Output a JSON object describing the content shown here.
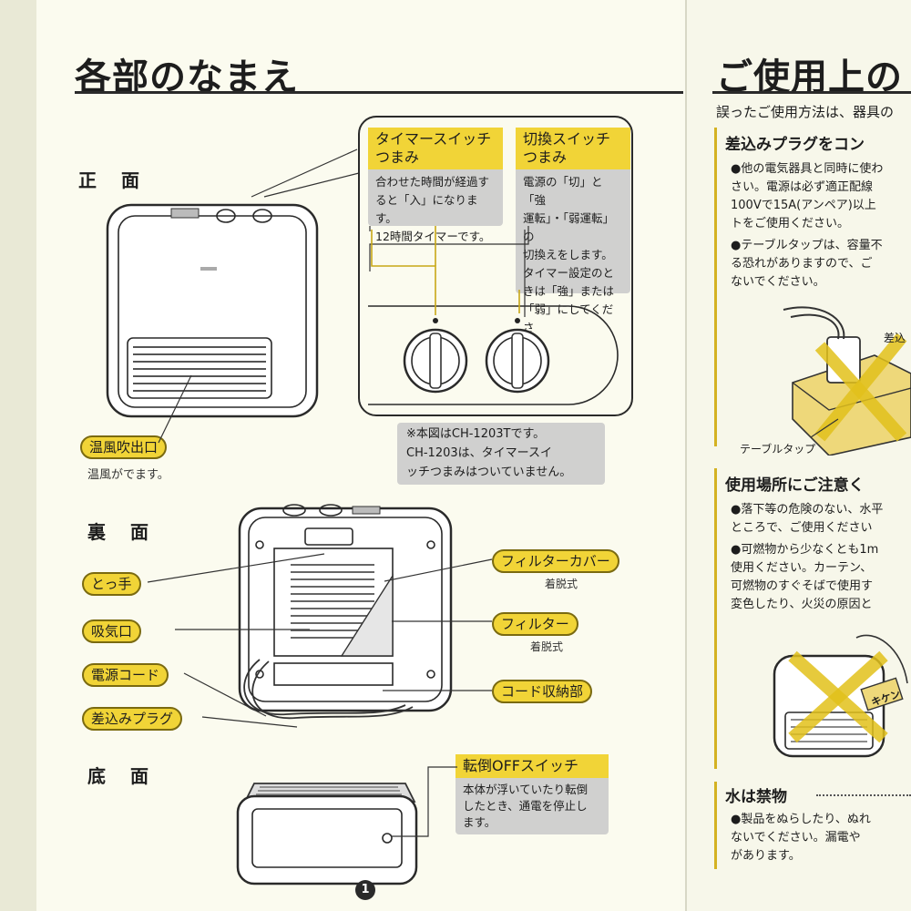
{
  "left": {
    "title": "各部のなまえ",
    "front": {
      "label": "正 面",
      "outlet_label": "温風吹出口",
      "outlet_desc": "温風がでます。",
      "timer_callout": {
        "heading": "タイマースイッチ\nつまみ",
        "body": "合わせた時間が経過す\nると「入」になります。\n12時間タイマーです。"
      },
      "switch_callout": {
        "heading": "切換スイッチ\nつまみ",
        "body": "電源の「切」と「強\n運転」・「弱運転」の\n切換えをします。\nタイマー設定のと\nきは「強」または\n「弱」にしてくださ\nい。"
      },
      "model_note": "※本図はCH-1203Tです。\n  CH-1203は、タイマースイ\n  ッチつまみはついていません。"
    },
    "back": {
      "label": "裏 面",
      "parts": [
        {
          "label": "とっ手"
        },
        {
          "label": "吸気口"
        },
        {
          "label": "電源コード"
        },
        {
          "label": "差込みプラグ"
        }
      ],
      "filter_cover": "フィルターカバー",
      "filter_cover_note": "着脱式",
      "filter": "フィルター",
      "filter_note": "着脱式",
      "cord_storage": "コード収納部"
    },
    "bottom": {
      "label": "底 面",
      "tip_switch": {
        "heading": "転倒OFFスイッチ",
        "body": "本体が浮いていたり転倒\nしたとき、通電を停止し\nます。"
      }
    },
    "page_number": "1"
  },
  "right": {
    "title": "ご使用上の",
    "intro": "誤ったご使用方法は、器具の",
    "sections": [
      {
        "heading": "差込みプラグをコン",
        "bullets": [
          "●他の電気器具と同時に使わ\n  さい。電源は必ず適正配線\n  100Vで15A(アンペア)以上\n  トをご使用ください。",
          "●テーブルタップは、容量不\n  る恐れがありますので、ご\n  ないでください。"
        ],
        "label_plug": "差込",
        "label_tap": "テーブルタップ"
      },
      {
        "heading": "使用場所にご注意く",
        "bullets": [
          "●落下等の危険のない、水平\n  ところで、ご使用ください",
          "●可燃物から少なくとも1m\n  使用ください。カーテン、\n  可燃物のすぐそばで使用す\n  変色したり、火災の原因と"
        ],
        "sign": "キケン"
      },
      {
        "heading": "水は禁物",
        "bullets": [
          "●製品をぬらしたり、ぬれ\n  ないでください。漏電や\n  があります。"
        ]
      }
    ]
  }
}
